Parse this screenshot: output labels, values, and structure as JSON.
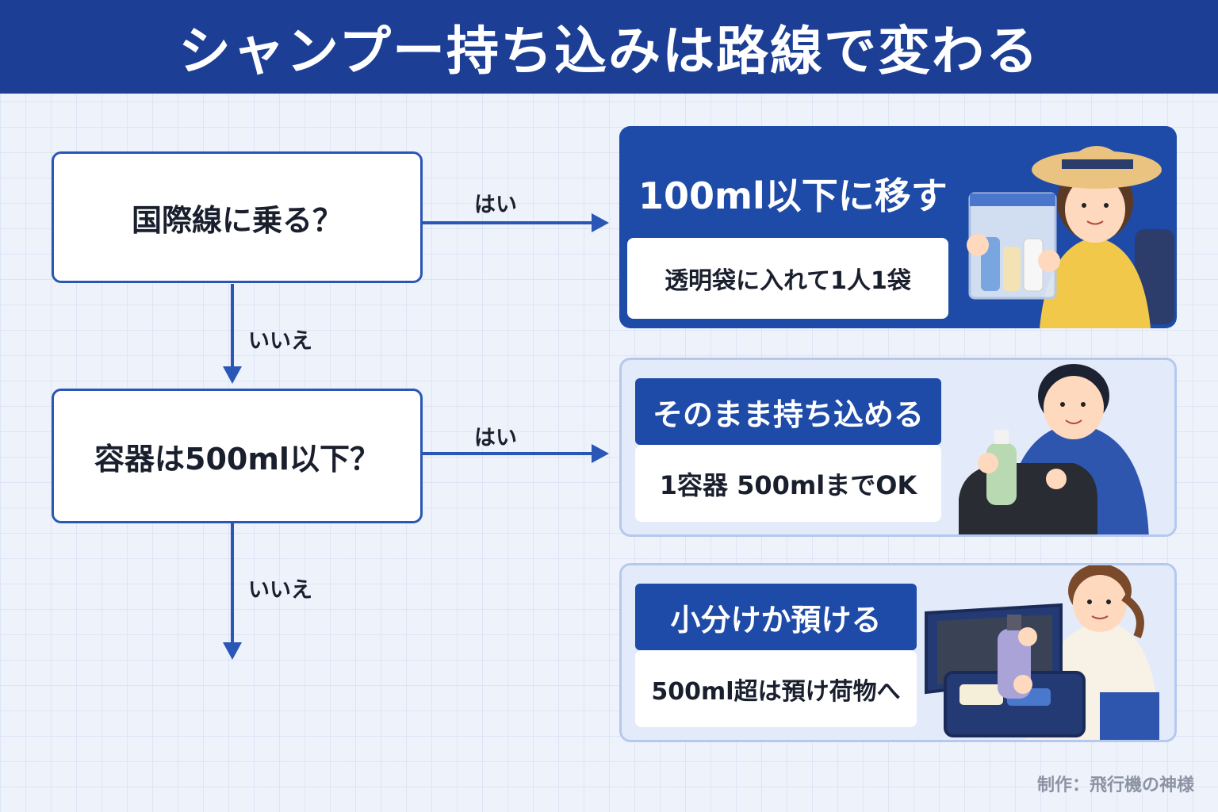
{
  "title": "シャンプー持ち込みは路線で変わる",
  "flowchart": {
    "question1": "国際線に乗る？",
    "question2": "容器は500ml以下？",
    "yes_label": "はい",
    "no_label": "いいえ"
  },
  "results": [
    {
      "title": "100ml以下に移す",
      "detail": "透明袋に入れて1人1袋",
      "illustration": "woman-holding-clear-bag"
    },
    {
      "title": "そのまま持ち込める",
      "detail": "1容器 500mlまでOK",
      "illustration": "man-packing-bottle-in-bag"
    },
    {
      "title": "小分けか預ける",
      "detail": "500ml超は預け荷物へ",
      "illustration": "woman-packing-suitcase"
    }
  ],
  "credit": "制作：飛行機の神様",
  "colors": {
    "brand_blue": "#1c3f95",
    "card_blue": "#1e4aa8",
    "line_blue": "#2a56b5",
    "light_card": "#e3ebfa"
  }
}
